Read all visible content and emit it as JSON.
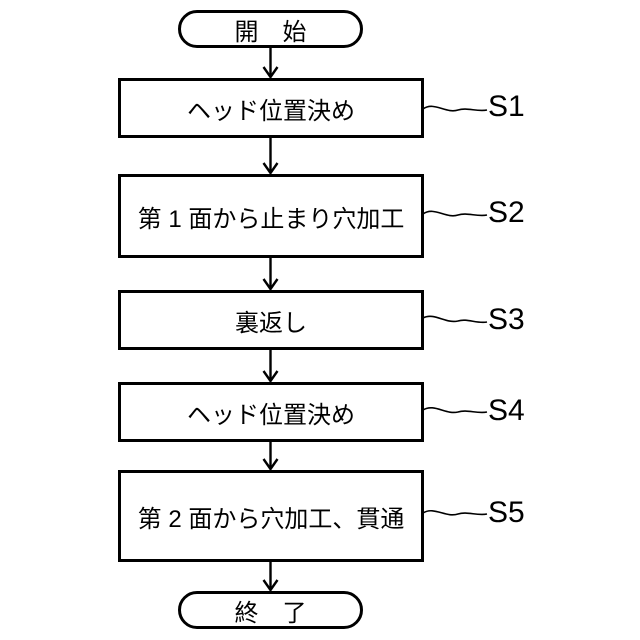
{
  "figure": {
    "background_color": "#ffffff",
    "line_color": "#000000",
    "type": "flowchart"
  },
  "flowchart": {
    "start": {
      "label": "開　始"
    },
    "steps": [
      {
        "id": "S1",
        "label": "ヘッド位置決め"
      },
      {
        "id": "S2",
        "label": "第 1 面から止まり穴加工"
      },
      {
        "id": "S3",
        "label": "裏返し"
      },
      {
        "id": "S4",
        "label": "ヘッド位置決め"
      },
      {
        "id": "S5",
        "label": "第 2 面から穴加工、貫通"
      }
    ],
    "end": {
      "label": "終　了"
    }
  }
}
